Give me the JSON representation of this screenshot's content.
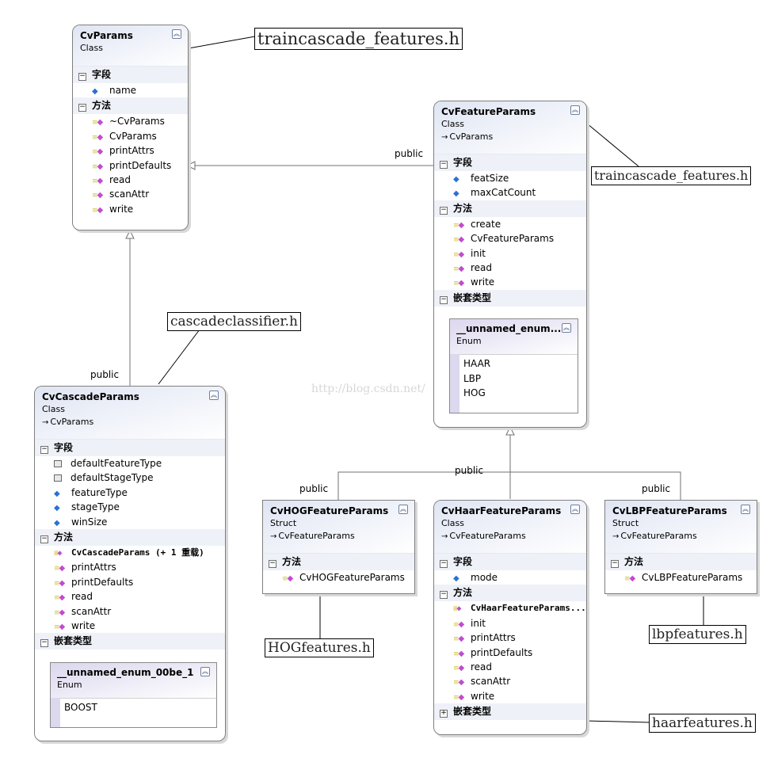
{
  "diagram": {
    "watermark": "http://blog.csdn.net/",
    "section_labels": {
      "fields": "字段",
      "methods": "方法",
      "nested": "嵌套类型"
    },
    "inheritance_label": "public",
    "classes": {
      "cvparams": {
        "name": "CvParams",
        "kind": "Class",
        "fields": [
          "name"
        ],
        "methods": [
          "~CvParams",
          "CvParams",
          "printAttrs",
          "printDefaults",
          "read",
          "scanAttr",
          "write"
        ]
      },
      "cvfeatureparams": {
        "name": "CvFeatureParams",
        "kind": "Class",
        "base": "CvParams",
        "fields": [
          "featSize",
          "maxCatCount"
        ],
        "methods": [
          "create",
          "CvFeatureParams",
          "init",
          "read",
          "write"
        ],
        "nested_enum": {
          "name": "__unnamed_enum...",
          "kind": "Enum",
          "values": [
            "HAAR",
            "LBP",
            "HOG"
          ]
        }
      },
      "cvcascadeparams": {
        "name": "CvCascadeParams",
        "kind": "Class",
        "base": "CvParams",
        "fields": [
          "defaultFeatureType",
          "defaultStageType",
          "featureType",
          "stageType",
          "winSize"
        ],
        "methods": [
          "CvCascadeParams (+ 1 重载)",
          "printAttrs",
          "printDefaults",
          "read",
          "scanAttr",
          "write"
        ],
        "nested_enum": {
          "name": "__unnamed_enum_00be_1",
          "kind": "Enum",
          "values": [
            "BOOST"
          ]
        }
      },
      "cvhogfeatureparams": {
        "name": "CvHOGFeatureParams",
        "kind": "Struct",
        "base": "CvFeatureParams",
        "methods": [
          "CvHOGFeatureParams"
        ]
      },
      "cvhaarfeatureparams": {
        "name": "CvHaarFeatureParams",
        "kind": "Class",
        "base": "CvFeatureParams",
        "fields": [
          "mode"
        ],
        "methods": [
          "CvHaarFeatureParams...",
          "init",
          "printAttrs",
          "printDefaults",
          "read",
          "scanAttr",
          "write"
        ]
      },
      "cvlbpfeatureparams": {
        "name": "CvLBPFeatureParams",
        "kind": "Struct",
        "base": "CvFeatureParams",
        "methods": [
          "CvLBPFeatureParams"
        ]
      }
    },
    "notes": {
      "cvparams_file": "traincascade_features.h",
      "cvfeatureparams_file": "traincascade_features.h",
      "cvcascadeparams_file": "cascadeclassifier.h",
      "hog_file": "HOGfeatures.h",
      "lbp_file": "lbpfeatures.h",
      "haar_file": "haarfeatures.h"
    }
  }
}
